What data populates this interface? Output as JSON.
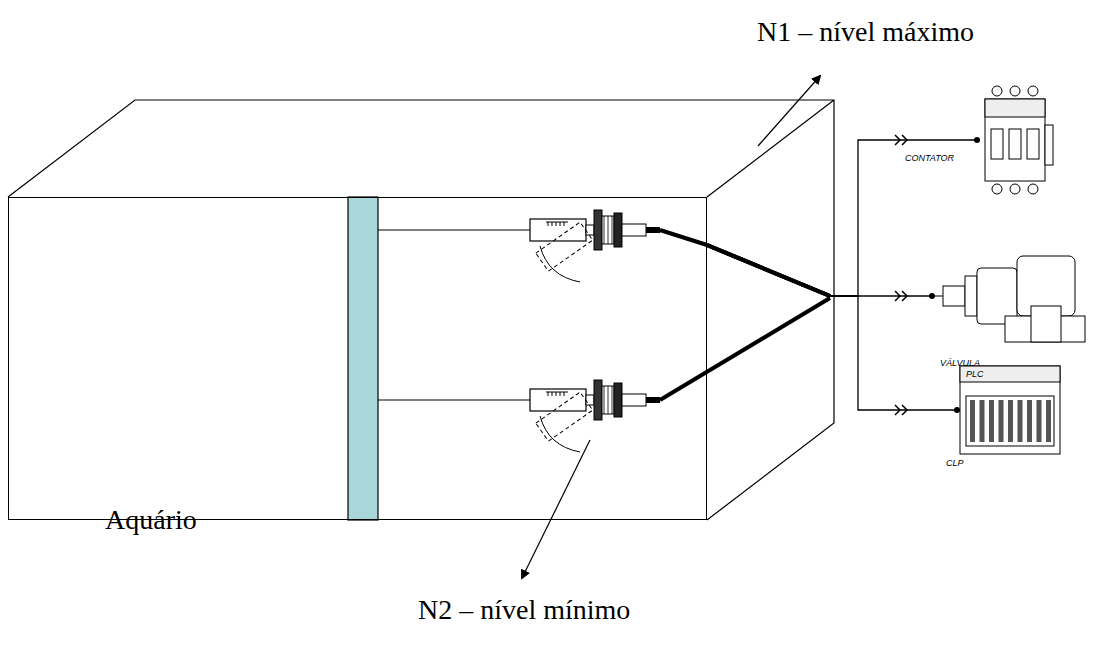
{
  "diagram": {
    "nodes": [
      {
        "text": [
          "Aquário"
        ]
      },
      {
        "text": [
          "CONTATOR"
        ]
      },
      {
        "text": [
          "VÁLVULA"
        ]
      },
      {
        "text": [
          "PLC",
          "CLP"
        ]
      }
    ],
    "edges": [
      {
        "from": 0,
        "to": 1,
        "arrow": "to"
      },
      {
        "from": 0,
        "to": 2,
        "arrow": "to"
      },
      {
        "from": 0,
        "to": 3,
        "arrow": "to"
      }
    ],
    "labels": [
      "N1 – nível máximo",
      "N2 – nível mínimo"
    ]
  }
}
